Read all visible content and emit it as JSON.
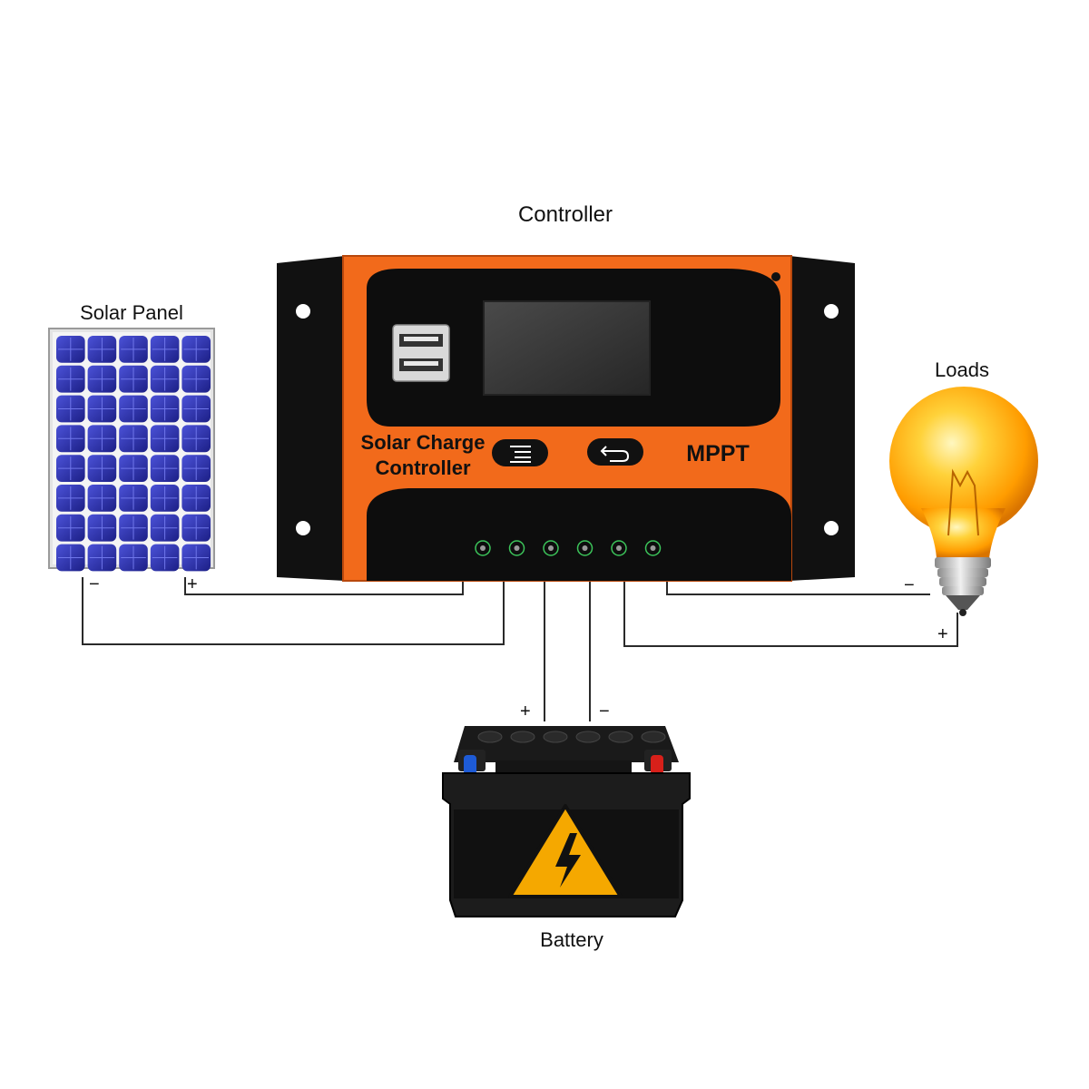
{
  "labels": {
    "controller": "Controller",
    "solar_panel": "Solar Panel",
    "loads": "Loads",
    "battery": "Battery"
  },
  "controller_face": {
    "line1": "Solar Charge",
    "line2": "Controller",
    "mode": "MPPT"
  },
  "terminal_signs": {
    "panel_negative": "−",
    "panel_positive": "+",
    "battery_positive": "+",
    "battery_negative": "−",
    "load_negative": "−",
    "load_positive": "+"
  },
  "colors": {
    "controller_orange": "#f26a1b",
    "controller_black": "#0d0d0d",
    "panel_cell": "#2b2fa8",
    "panel_frame": "#d8d8d8",
    "bulb_glow": "#ffb300",
    "battery_terminal_negative": "#1e5bd6",
    "battery_terminal_positive": "#d8201a",
    "warning_yellow": "#f5a800"
  },
  "icons": {
    "menu_button": "menu-icon",
    "back_button": "return-icon",
    "usb_ports": "usb-port-icon",
    "warning_sign": "high-voltage-icon",
    "status_leds": "terminal-status-icon"
  }
}
